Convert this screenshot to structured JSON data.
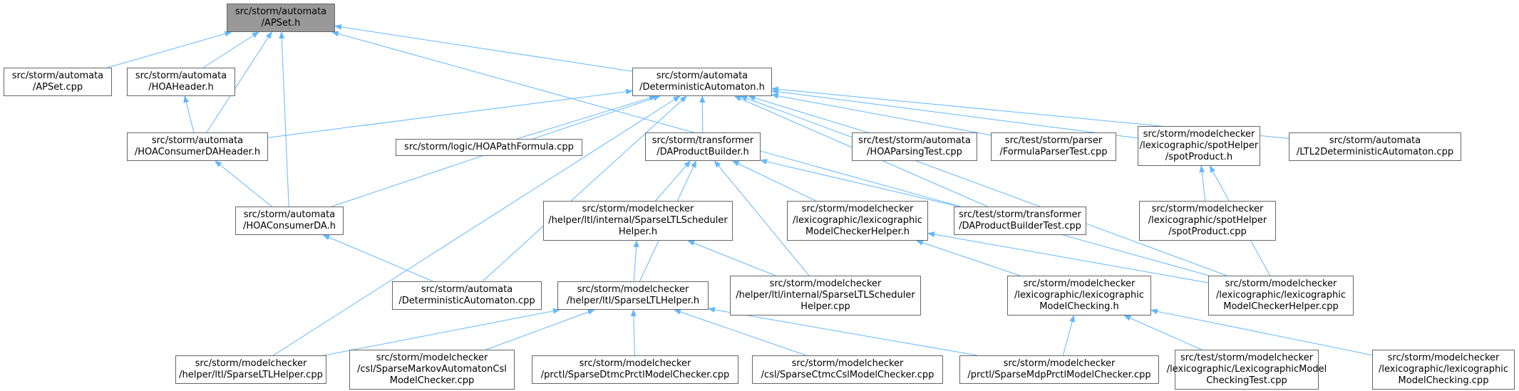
{
  "graph": {
    "root": "n0",
    "edge_color": "#63b8ff",
    "node_border_color": "#666666",
    "root_fill": "#999999",
    "nodes": [
      {
        "id": "n0",
        "label": "src/storm/automata\n/APSet.h"
      },
      {
        "id": "n1",
        "label": "src/storm/automata\n/APSet.cpp"
      },
      {
        "id": "n2",
        "label": "src/storm/automata\n/HOAHeader.h"
      },
      {
        "id": "n3",
        "label": "src/storm/automata\n/DeterministicAutomaton.h"
      },
      {
        "id": "n4",
        "label": "src/storm/automata\n/HOAConsumerDAHeader.h"
      },
      {
        "id": "n5",
        "label": "src/storm/logic/HOAPathFormula.cpp"
      },
      {
        "id": "n6",
        "label": "src/storm/transformer\n/DAProductBuilder.h"
      },
      {
        "id": "n7",
        "label": "src/test/storm/automata\n/HOAParsingTest.cpp"
      },
      {
        "id": "n8",
        "label": "src/test/storm/parser\n/FormulaParserTest.cpp"
      },
      {
        "id": "n9",
        "label": "src/storm/modelchecker\n/lexicographic/spotHelper\n/spotProduct.h"
      },
      {
        "id": "n10",
        "label": "src/storm/automata\n/LTL2DeterministicAutomaton.cpp"
      },
      {
        "id": "n11",
        "label": "src/storm/automata\n/HOAConsumerDA.h"
      },
      {
        "id": "n12",
        "label": "src/storm/modelchecker\n/helper/ltl/internal/SparseLTLScheduler\nHelper.h"
      },
      {
        "id": "n13",
        "label": "src/storm/modelchecker\n/lexicographic/lexicographic\nModelCheckerHelper.h"
      },
      {
        "id": "n14",
        "label": "src/test/storm/transformer\n/DAProductBuilderTest.cpp"
      },
      {
        "id": "n15",
        "label": "src/storm/modelchecker\n/lexicographic/spotHelper\n/spotProduct.cpp"
      },
      {
        "id": "n16",
        "label": "src/storm/automata\n/DeterministicAutomaton.cpp"
      },
      {
        "id": "n17",
        "label": "src/storm/modelchecker\n/helper/ltl/SparseLTLHelper.h"
      },
      {
        "id": "n18",
        "label": "src/storm/modelchecker\n/helper/ltl/internal/SparseLTLScheduler\nHelper.cpp"
      },
      {
        "id": "n19",
        "label": "src/storm/modelchecker\n/lexicographic/lexicographic\nModelChecking.h"
      },
      {
        "id": "n20",
        "label": "src/storm/modelchecker\n/lexicographic/lexicographic\nModelCheckerHelper.cpp"
      },
      {
        "id": "n21",
        "label": "src/storm/modelchecker\n/helper/ltl/SparseLTLHelper.cpp"
      },
      {
        "id": "n22",
        "label": "src/storm/modelchecker\n/csl/SparseMarkovAutomatonCsl\nModelChecker.cpp"
      },
      {
        "id": "n23",
        "label": "src/storm/modelchecker\n/prctl/SparseDtmcPrctlModelChecker.cpp"
      },
      {
        "id": "n24",
        "label": "src/storm/modelchecker\n/csl/SparseCtmcCslModelChecker.cpp"
      },
      {
        "id": "n25",
        "label": "src/storm/modelchecker\n/prctl/SparseMdpPrctlModelChecker.cpp"
      },
      {
        "id": "n26",
        "label": "src/test/storm/modelchecker\n/lexicographic/LexicographicModel\nCheckingTest.cpp"
      },
      {
        "id": "n27",
        "label": "src/storm/modelchecker\n/lexicographic/lexicographic\nModelChecking.cpp"
      }
    ],
    "edges": [
      [
        "n1",
        "n0"
      ],
      [
        "n2",
        "n0"
      ],
      [
        "n3",
        "n0"
      ],
      [
        "n4",
        "n0"
      ],
      [
        "n11",
        "n0"
      ],
      [
        "n20",
        "n0"
      ],
      [
        "n4",
        "n2"
      ],
      [
        "n4",
        "n3"
      ],
      [
        "n5",
        "n3"
      ],
      [
        "n6",
        "n3"
      ],
      [
        "n7",
        "n3"
      ],
      [
        "n8",
        "n3"
      ],
      [
        "n9",
        "n3"
      ],
      [
        "n10",
        "n3"
      ],
      [
        "n11",
        "n3"
      ],
      [
        "n14",
        "n3"
      ],
      [
        "n16",
        "n3"
      ],
      [
        "n20",
        "n3"
      ],
      [
        "n21",
        "n3"
      ],
      [
        "n11",
        "n4"
      ],
      [
        "n16",
        "n11"
      ],
      [
        "n12",
        "n6"
      ],
      [
        "n13",
        "n6"
      ],
      [
        "n14",
        "n6"
      ],
      [
        "n17",
        "n6"
      ],
      [
        "n18",
        "n6"
      ],
      [
        "n15",
        "n9"
      ],
      [
        "n20",
        "n9"
      ],
      [
        "n17",
        "n12"
      ],
      [
        "n18",
        "n12"
      ],
      [
        "n19",
        "n13"
      ],
      [
        "n20",
        "n13"
      ],
      [
        "n21",
        "n17"
      ],
      [
        "n22",
        "n17"
      ],
      [
        "n23",
        "n17"
      ],
      [
        "n24",
        "n17"
      ],
      [
        "n25",
        "n17"
      ],
      [
        "n25",
        "n19"
      ],
      [
        "n26",
        "n19"
      ],
      [
        "n27",
        "n19"
      ]
    ]
  }
}
